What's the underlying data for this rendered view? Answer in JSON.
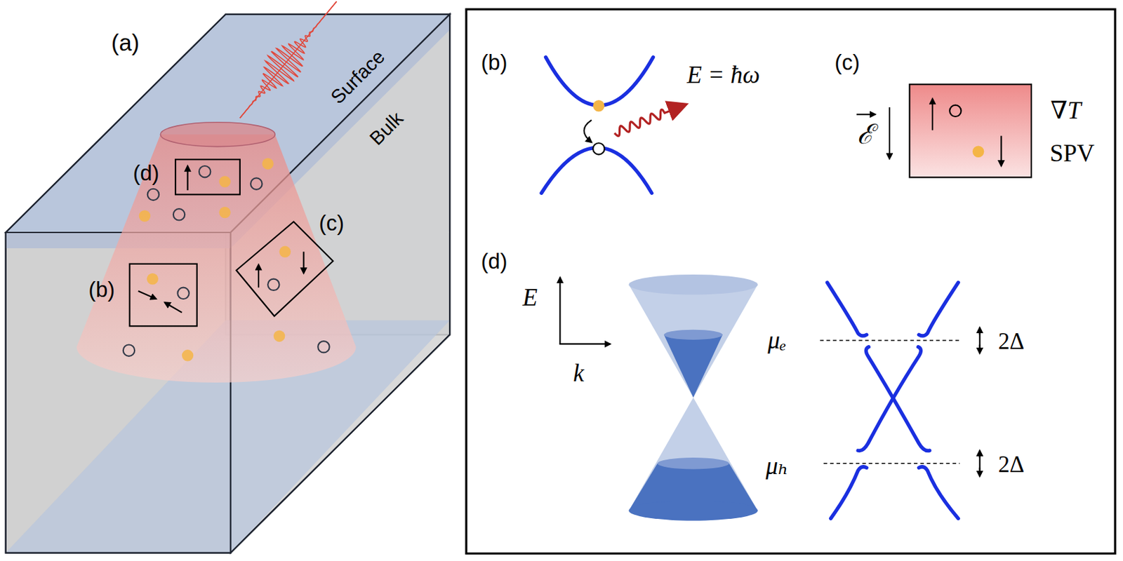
{
  "diagram": {
    "nodes": [
      {
        "text": [
          "(d)"
        ]
      },
      {
        "text": [
          "(b)"
        ]
      },
      {
        "text": [
          "(c)"
        ]
      }
    ],
    "labels": [
      "(a)",
      "Surface",
      "Bulk",
      "(b)",
      "E = ħω",
      "(c)",
      "ℰ",
      "∇T",
      "SPV",
      "(d)",
      "E",
      "k",
      "μₑ",
      "μₕ",
      "2Δ",
      "2Δ"
    ]
  }
}
